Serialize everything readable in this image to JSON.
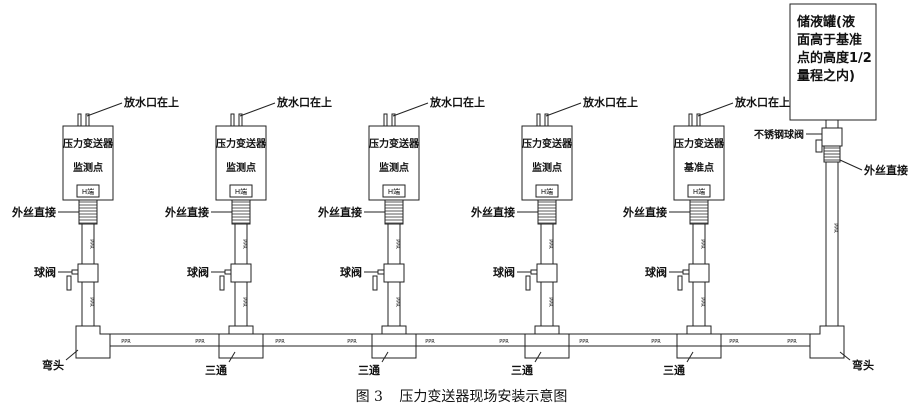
{
  "transmitters": [
    {
      "title": "压力变送器",
      "point": "监测点",
      "vent_label": "放水口在上",
      "fitting_label": "外丝直接",
      "valve_label": "球阀",
      "base_label": "弯头"
    },
    {
      "title": "压力变送器",
      "point": "监测点",
      "vent_label": "放水口在上",
      "fitting_label": "外丝直接",
      "valve_label": "球阀",
      "base_label": "三通"
    },
    {
      "title": "压力变送器",
      "point": "监测点",
      "vent_label": "放水口在上",
      "fitting_label": "外丝直接",
      "valve_label": "球阀",
      "base_label": "三通"
    },
    {
      "title": "压力变送器",
      "point": "监测点",
      "vent_label": "放水口在上",
      "fitting_label": "外丝直接",
      "valve_label": "球阀",
      "base_label": "三通"
    },
    {
      "title": "压力变送器",
      "point": "基准点",
      "vent_label": "放水口在上",
      "fitting_label": "外丝直接",
      "valve_label": "球阀",
      "base_label": "三通"
    }
  ],
  "tank": {
    "lines": [
      "储液罐(液",
      "面高于基准",
      "点的高度1/2",
      "量程之内)"
    ],
    "valve_label": "不锈钢球阀",
    "fitting_label": "外丝直接",
    "base_label": "弯头"
  },
  "pipe_label": "PPR",
  "small_box_label": "H端",
  "caption": {
    "figure": "图 3",
    "title": "压力变送器现场安装示意图"
  }
}
